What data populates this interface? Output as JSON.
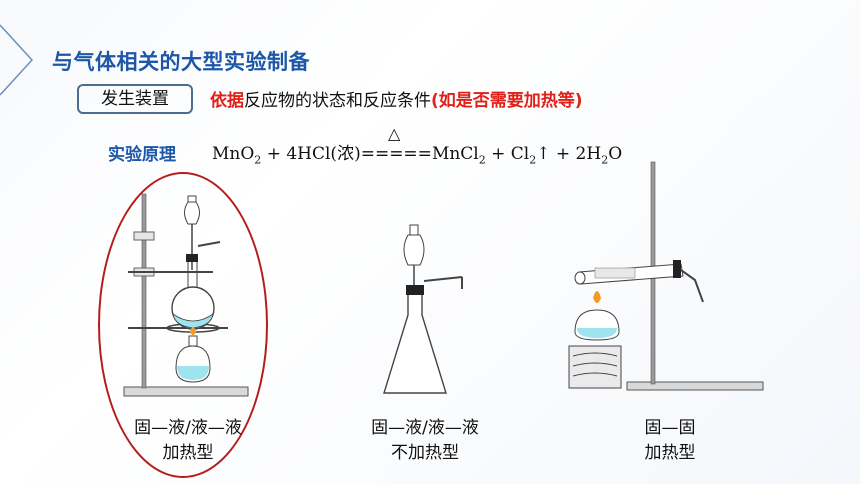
{
  "header": {
    "title": "与气体相关的大型实验制备"
  },
  "section": {
    "label": "发生装置",
    "basis_highlight": "依据",
    "basis_text": "反应物的状态和反应条件",
    "basis_note": "(如是否需要加热等)"
  },
  "principle": {
    "label": "实验原理",
    "condition": "△",
    "equation_parts": {
      "reactant1": "MnO",
      "reactant1_sub": "2",
      "plus1": " + 4HCl(浓)",
      "equals": "=====",
      "product1": "MnCl",
      "product1_sub": "2",
      "plus2": " + Cl",
      "product2_sub": "2",
      "gas_arrow": "↑",
      "plus3": " + 2H",
      "product3_sub": "2",
      "product3_tail": "O"
    }
  },
  "apparatus": [
    {
      "caption_line1": "固—液/液—液",
      "caption_line2": "加热型"
    },
    {
      "caption_line1": "固—液/液—液",
      "caption_line2": "不加热型"
    },
    {
      "caption_line1": "固—固",
      "caption_line2": "加热型"
    }
  ],
  "colors": {
    "title_blue": "#1d57a8",
    "highlight_red": "#e0211a",
    "ring_red": "#b51d1d",
    "liquid_cyan": "#9fe3ef"
  }
}
